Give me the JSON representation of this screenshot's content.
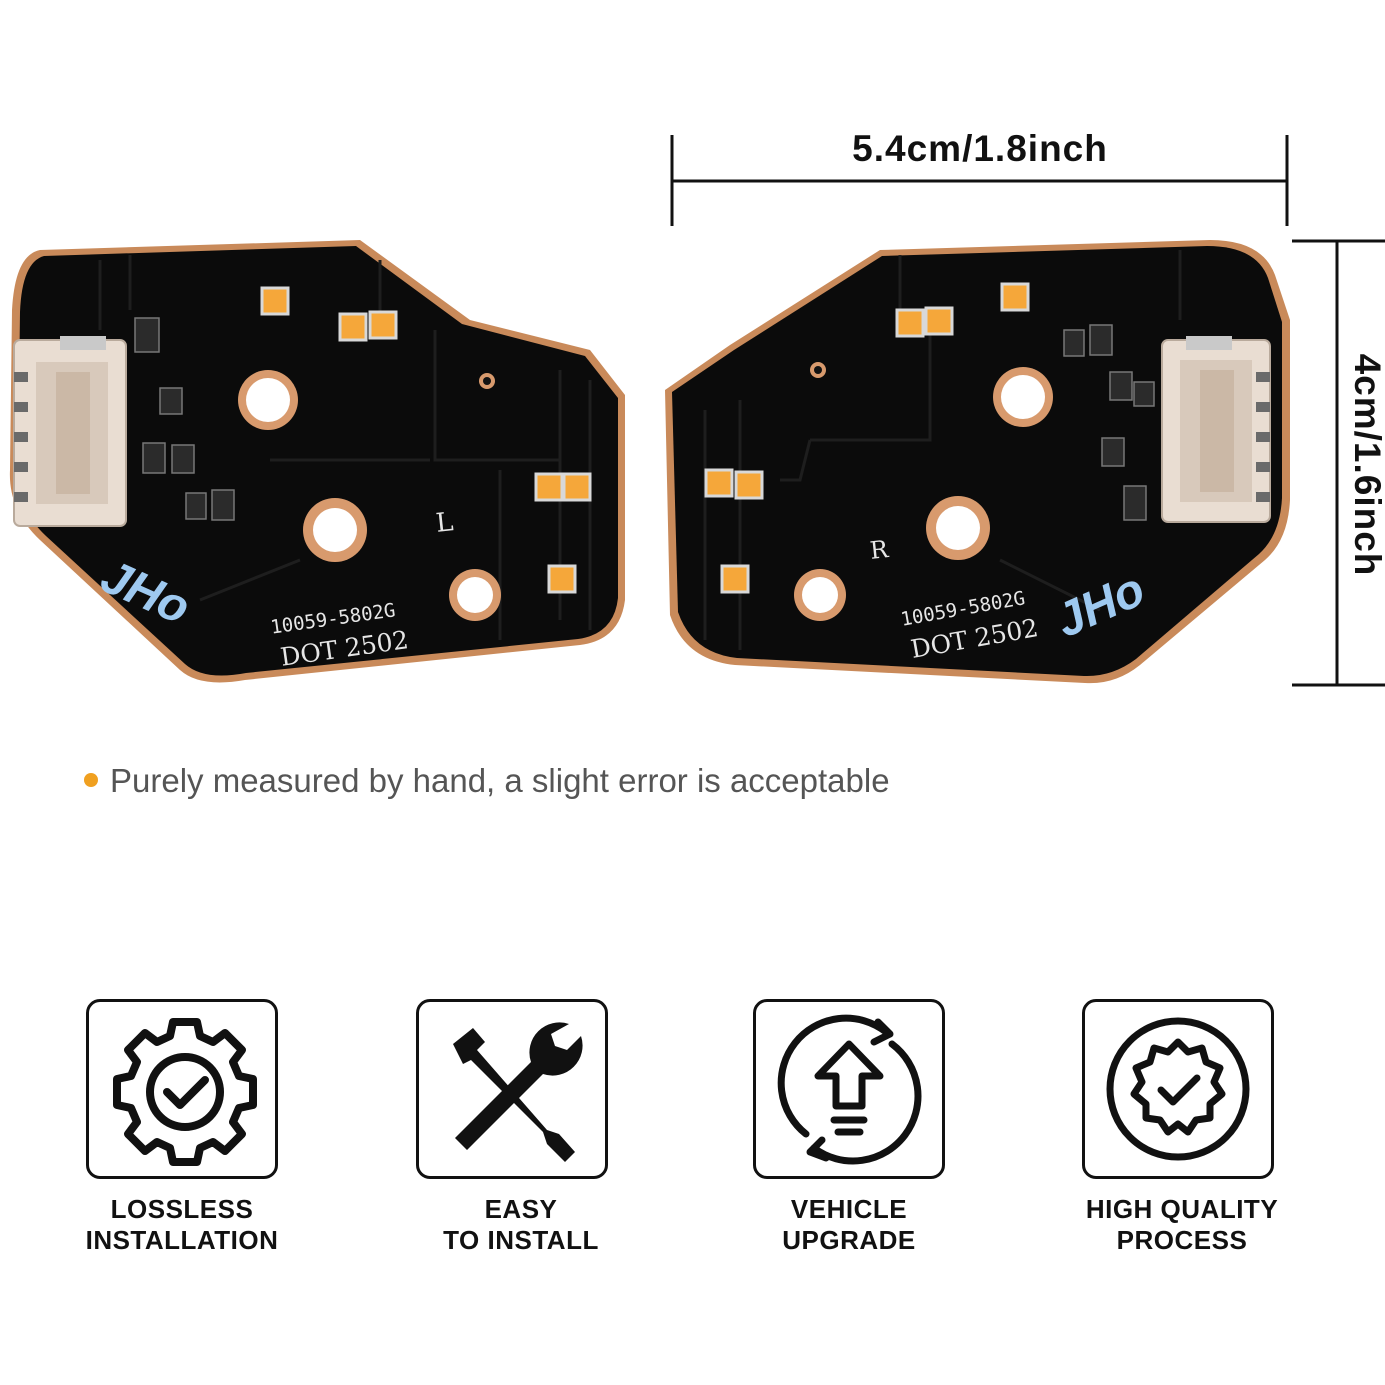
{
  "dimensions": {
    "width_label": "5.4cm/1.8inch",
    "height_label": "4cm/1.6inch"
  },
  "boards": {
    "left": {
      "side_mark": "L",
      "part_number": "10059-5802G",
      "dot_code": "DOT 2502",
      "logo_text": "JHo"
    },
    "right": {
      "side_mark": "R",
      "part_number": "10059-5802G",
      "dot_code": "DOT 2502",
      "logo_text": "JHo"
    }
  },
  "note": {
    "text": "Purely measured by hand, a slight error is acceptable",
    "bullet_color": "#f0a020"
  },
  "features": [
    {
      "line1": "LOSSLESS",
      "line2": "INSTALLATION",
      "icon": "gear-check-icon"
    },
    {
      "line1": "EASY",
      "line2": "TO INSTALL",
      "icon": "screwdriver-wrench-icon"
    },
    {
      "line1": "VEHICLE",
      "line2": "UPGRADE",
      "icon": "upgrade-arrow-icon"
    },
    {
      "line1": "HIGH QUALITY",
      "line2": "PROCESS",
      "icon": "quality-badge-icon"
    }
  ],
  "colors": {
    "board": "#0b0b0b",
    "copper_edge": "#c98a5a",
    "led": "#f5a73a",
    "connector": "#e9ddd2",
    "logo": "#9ec9f0"
  }
}
